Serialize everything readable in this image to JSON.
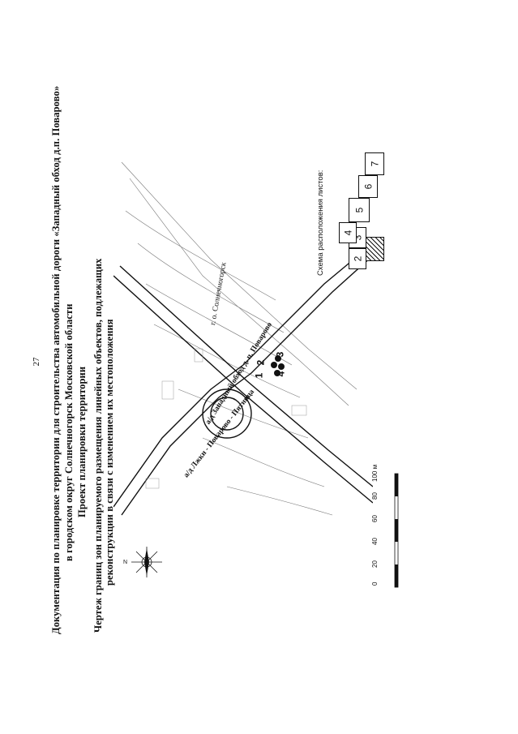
{
  "page_number": "27",
  "title": {
    "line1": "Документация по планировке территории для строительства автомобильной дороги «Западный обход д.п. Поварово»",
    "line2": "в городском округ Солнечногорск Московской области",
    "line3": "Проект планировки территории",
    "line4": "Чертеж границ зон планируемого размещения линейных объектов, подлежащих",
    "line5": "реконструкции в связи с изменением их местоположения"
  },
  "map": {
    "road_label_1": "а/д Западный обход д. п. Поварово",
    "road_label_2": "а/д Лжкн - Поварово - Пятница",
    "place_label": "г. о. Солнечногорск",
    "point_labels": [
      "1",
      "2",
      "3",
      "4"
    ]
  },
  "scale": {
    "ticks": [
      "0",
      "20",
      "40",
      "60",
      "80",
      "100 м"
    ]
  },
  "sheet_scheme": {
    "label": "Схема расположения листов:",
    "sheets": [
      "2",
      "3",
      "4",
      "5",
      "6",
      "7"
    ]
  },
  "compass": {
    "north_label": "N"
  }
}
